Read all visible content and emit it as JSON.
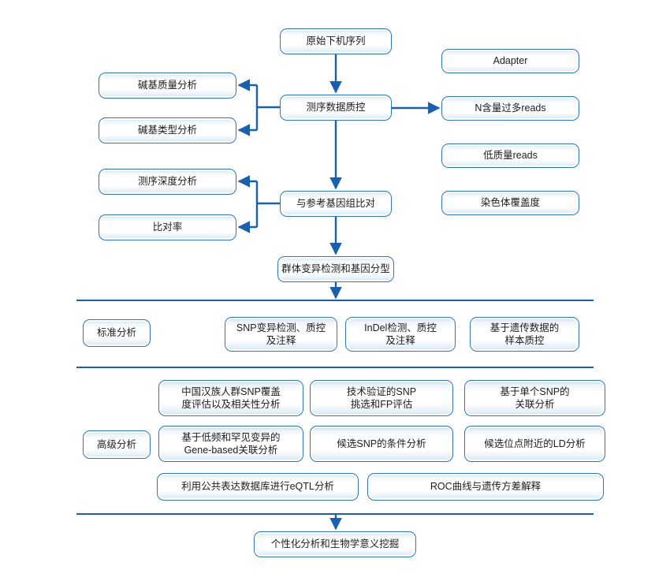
{
  "colors": {
    "box_border": "#2e76b8",
    "box_highlight": "#b9d7ef",
    "connector": "#1b60ad",
    "text": "#1c1c1c"
  },
  "pipeline": {
    "raw_reads": "原始下机序列",
    "seq_qc": "测序数据质控",
    "align_ref": "与参考基因组比对",
    "variant_genotyping": "群体变异检测和基因分型",
    "personalized": "个性化分析和生物学意义挖掘"
  },
  "qc_outputs": {
    "adapter": "Adapter",
    "n_reads": "N含量过多reads",
    "low_quality_reads": "低质量reads",
    "chromosome_coverage": "染色体覆盖度"
  },
  "qc_metrics": {
    "base_quality": "碱基质量分析",
    "base_type": "碱基类型分析"
  },
  "align_metrics": {
    "seq_depth": "测序深度分析",
    "mapping_rate": "比对率"
  },
  "standard_analysis": {
    "label": "标准分析",
    "snp_detection": "SNP变异检测、质控\n及注释",
    "indel_detection": "InDel检测、质控\n及注释",
    "sample_qc": "基于遗传数据的\n样本质控"
  },
  "advanced_analysis": {
    "label": "高级分析",
    "han_snp_coverage": "中国汉族人群SNP覆盖\n度评估以及相关性分析",
    "validated_snp": "技术验证的SNP\n挑选和FP评估",
    "single_snp_assoc": "基于单个SNP的\n关联分析",
    "gene_based_assoc": "基于低频和罕见变异的\nGene-based关联分析",
    "conditional_analysis": "候选SNP的条件分析",
    "ld_analysis": "候选位点附近的LD分析",
    "eqtl_analysis": "利用公共表达数据库进行eQTL分析",
    "roc_variance": "ROC曲线与遗传方差解释"
  }
}
